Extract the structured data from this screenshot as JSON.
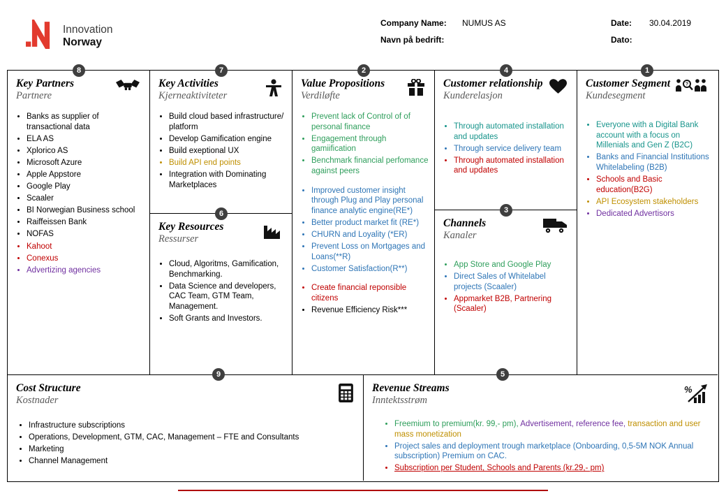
{
  "colors": {
    "black": "#000000",
    "gray": "#595959",
    "green": "#2e9e5b",
    "teal": "#17948b",
    "blue": "#2e75b6",
    "red": "#c00000",
    "gold": "#bf8f00",
    "purple": "#7030a0",
    "brand_red": "#e23a2e"
  },
  "header": {
    "logo": {
      "line1": "Innovation",
      "line2": "Norway"
    },
    "company_label": "Company Name:",
    "company_value": "NUMUS AS",
    "company_label_no": "Navn på bedrift:",
    "date_label": "Date:",
    "date_value": "30.04.2019",
    "date_label_no": "Dato:"
  },
  "canvas": {
    "key_partners": {
      "number": "8",
      "title": "Key Partners",
      "subtitle": "Partnere",
      "icon": "handshake-icon",
      "items": [
        {
          "text": "Banks as supplier of transactional data",
          "color": "black"
        },
        {
          "text": "ELA AS",
          "color": "black"
        },
        {
          "text": "Xplorico AS",
          "color": "black"
        },
        {
          "text": "Microsoft Azure",
          "color": "black"
        },
        {
          "text": "Apple Appstore",
          "color": "black"
        },
        {
          "text": "Google Play",
          "color": "black"
        },
        {
          "text": "Scaaler",
          "color": "black"
        },
        {
          "text": "BI Norwegian Business school",
          "color": "black"
        },
        {
          "text": "Raiffeissen Bank",
          "color": "black"
        },
        {
          "text": "NOFAS",
          "color": "black"
        },
        {
          "text": "Kahoot",
          "color": "red"
        },
        {
          "text": "Conexus",
          "color": "red"
        },
        {
          "text": "Advertizing agencies",
          "color": "purple"
        }
      ]
    },
    "key_activities": {
      "number": "7",
      "title": "Key Activities",
      "subtitle": "Kjerneaktiviteter",
      "icon": "person-icon",
      "items": [
        {
          "text": "Build cloud based infrastructure/ platform",
          "color": "black"
        },
        {
          "text": "Develop Gamification engine",
          "color": "black"
        },
        {
          "text": "Build exeptional UX",
          "color": "black"
        },
        {
          "text": "Build API end points",
          "color": "gold"
        },
        {
          "text": "Integration with Dominating Marketplaces",
          "color": "black"
        }
      ]
    },
    "key_resources": {
      "number": "6",
      "title": "Key Resources",
      "subtitle": "Ressurser",
      "icon": "factory-icon",
      "items": [
        {
          "text": "Cloud, Algoritms, Gamification, Benchmarking.",
          "color": "black"
        },
        {
          "text": "Data Science and developers, CAC Team, GTM Team, Management.",
          "color": "black"
        },
        {
          "text": "Soft Grants and Investors.",
          "color": "black"
        }
      ]
    },
    "value_propositions": {
      "number": "2",
      "title": "Value Propositions",
      "subtitle": "Verdiløfte",
      "icon": "gift-icon",
      "items": [
        {
          "text": "Prevent lack of Control of of personal finance",
          "color": "green"
        },
        {
          "text": "Engagement through gamiification",
          "color": "green"
        },
        {
          "text": "Benchmark financial perfomance against peers",
          "color": "green"
        },
        {
          "text": "Improved customer insight through Plug and Play personal finance analytic engine(RE*)",
          "color": "blue",
          "gap": true
        },
        {
          "text": "Better product market fit (RE*)",
          "color": "blue"
        },
        {
          "text": "CHURN and Loyality (*ER)",
          "color": "blue"
        },
        {
          "text": "Prevent Loss on Mortgages and Loans(**R)",
          "color": "blue"
        },
        {
          "text": "Customer Satisfaction(R**)",
          "color": "blue"
        },
        {
          "text": "Create financial reponsible citizens",
          "color": "red",
          "gap": true
        },
        {
          "text": "Revenue Efficiency Risk***",
          "color": "black"
        }
      ]
    },
    "customer_relationship": {
      "number": "4",
      "title": "Customer relationship",
      "subtitle": "Kunderelasjon",
      "icon": "heart-icon",
      "items": [
        {
          "text": "Through automated installation and updates",
          "color": "teal"
        },
        {
          "text": "Through service delivery team",
          "color": "blue"
        },
        {
          "text": "Through automated installation and updates",
          "color": "red"
        }
      ]
    },
    "channels": {
      "number": "3",
      "title": "Channels",
      "subtitle": "Kanaler",
      "icon": "truck-icon",
      "items": [
        {
          "text": "App Store and Google Play",
          "color": "green"
        },
        {
          "text": "Direct Sales of Whitelabel projects (Scaaler)",
          "color": "blue"
        },
        {
          "text": "Appmarket B2B, Partnering (Scaaler)",
          "color": "red"
        }
      ]
    },
    "customer_segment": {
      "number": "1",
      "title": "Customer Segment",
      "subtitle": "Kundesegment",
      "icon": "people-search-icon",
      "items": [
        {
          "text": "Everyone with a Digital Bank account with a focus on Millenials and Gen Z (B2C)",
          "color": "teal"
        },
        {
          "text": "Banks and Financial Institutions Whitelabeling (B2B)",
          "color": "blue"
        },
        {
          "text": "Schools and Basic education(B2G)",
          "color": "red"
        },
        {
          "text": "API Ecosystem stakeholders",
          "color": "gold"
        },
        {
          "text": "Dedicated Advertisors",
          "color": "purple"
        }
      ]
    },
    "cost_structure": {
      "number": "9",
      "title": "Cost Structure",
      "subtitle": "Kostnader",
      "icon": "calculator-icon",
      "items": [
        {
          "text": "Infrastructure subscriptions",
          "color": "black"
        },
        {
          "text": "Operations, Development, GTM, CAC, Management – FTE and Consultants",
          "color": "black"
        },
        {
          "text": "Marketing",
          "color": "black"
        },
        {
          "text": "Channel Management",
          "color": "black"
        }
      ]
    },
    "revenue_streams": {
      "number": "5",
      "title": "Revenue Streams",
      "subtitle": "Inntektsstrøm",
      "icon": "percent-growth-icon",
      "items": [
        {
          "parts": [
            {
              "t": "Freemium to premium(kr. 99,- pm), ",
              "c": "green"
            },
            {
              "t": "Advertisement, reference fee, ",
              "c": "purple"
            },
            {
              "t": "transaction and user mass monetization",
              "c": "gold"
            }
          ]
        },
        {
          "text": "Project sales and deployment trough marketplace (Onboarding, 0,5-5M NOK Annual subscription) Premium on CAC.",
          "color": "blue"
        },
        {
          "text": "Subscription per Student, Schools and Parents (kr.29,- pm)",
          "color": "red",
          "underline": true
        }
      ]
    }
  }
}
